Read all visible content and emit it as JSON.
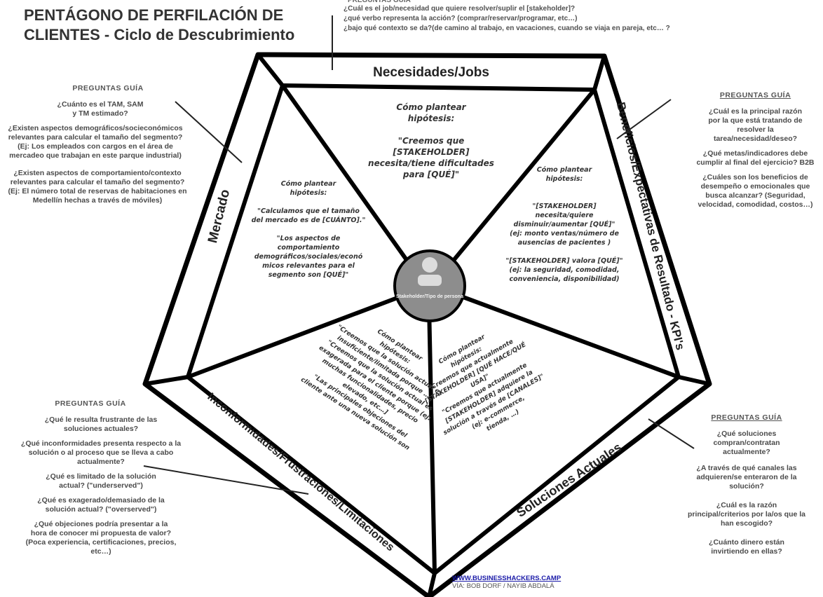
{
  "title": {
    "line1": "PENTÁGONO DE PERFILACIÓN DE",
    "line2": "CLIENTES - Ciclo de Descubrimiento"
  },
  "top_questions": {
    "header": "PREGUNTAS GUÍA",
    "items": [
      "¿Cuál es el job/necesidad que quiere resolver/suplir el [stakeholder]?",
      "¿qué verbo representa la acción? (comprar/reservar/programar, etc…)",
      "¿bajo qué contexto se da?(de camino al trabajo, en vacaciones, cuando se viaja en pareja, etc… ?"
    ]
  },
  "left_questions": {
    "header": "PREGUNTAS GUÍA",
    "items": [
      "¿Cuánto es el TAM, SAM y TM estimado?",
      "¿Existen aspectos demográficos/socieconómicos relevantes para calcular el tamaño del segmento? (Ej: Los empleados con cargos en el área de mercadeo que trabajan en este parque industrial)",
      "¿Existen aspectos de comportamiento/contexto relevantes para calcular el tamaño del segmento? (Ej: El número total de reservas de habitaciones en Medellín hechas a través de móviles)"
    ]
  },
  "right_questions": {
    "header": "PREGUNTAS GUÍA",
    "items": [
      "¿Cuál es la principal razón por la que está tratando de resolver la tarea/necesidad/deseo?",
      "¿Qué metas/indicadores debe cumplir al final del ejercicio? B2B",
      "¿Cuáles son los beneficios de desempeño o emocionales que busca alcanzar? (Seguridad, velocidad, comodidad, costos…)"
    ]
  },
  "bottom_left_questions": {
    "header": "PREGUNTAS GUÍA",
    "items": [
      "¿Qué le resulta frustrante de las soluciones actuales?",
      "¿Qué inconformidades presenta respecto a la solución o al proceso que se lleva a cabo actualmente?",
      "¿Qué es limitado de la solución actual? (\"underserved\")",
      "¿Qué es exagerado/demasiado de la solución actual? (\"overserved\")",
      "¿Qué objeciones podría presentar a la hora de conocer mi propuesta de valor? (Poca experiencia, certificaciones, precios, etc…)"
    ]
  },
  "bottom_right_questions": {
    "header": "PREGUNTAS GUÍA",
    "items": [
      "¿Qué soluciones compran/contratan actualmente?",
      "¿A través de qué canales las adquieren/se enteraron de la solución?",
      "¿Cuál es la razón principal/criterios por la/os que la han escogido?",
      "¿Cuánto dinero están invirtiendo en ellas?"
    ]
  },
  "bands": {
    "top": "Necesidades/Jobs",
    "right": "Beneficios/Expectativas de Resultado - KPI's",
    "bottom_right": "Soluciones Actuales",
    "bottom_left": "Inconformidades/Frustraciones/Limitaciones",
    "left": "Mercado"
  },
  "hypotheses": {
    "top": [
      "Cómo plantear",
      "hipótesis:",
      "",
      "\"Creemos que",
      "[STAKEHOLDER]",
      "necesita/tiene dificultades",
      "para [QUÉ]\""
    ],
    "left": [
      "Cómo plantear",
      "hipótesis:",
      "",
      "\"Calculamos que el tamaño",
      "del mercado es de [CUÁNTO].\"",
      "",
      "\"Los aspectos de",
      "comportamiento",
      "demográficos/sociales/econó",
      "micos relevantes para el",
      "segmento son [QUÉ]\""
    ],
    "right": [
      "Cómo plantear",
      "hipótesis:",
      "",
      "",
      "\"[STAKEHOLDER]",
      "necesita/quiere",
      "disminuir/aumentar [QUÉ]\"",
      "(ej: monto ventas/número de",
      "ausencias de pacientes )",
      "",
      "\"[STAKEHOLDER] valora [QUÉ]\"",
      "(ej: la seguridad, comodidad,",
      "conveniencia, disponibilidad)"
    ],
    "bottom_left": [
      "Cómo plantear",
      "hipótesis:",
      "\"Creemos que la solución actual es",
      "insuficiente/limitada porque …\"",
      "\"Creemos que la solución actual es",
      "exagerada para el cliente porque (ej:",
      "muchas funcionalidades, precio",
      "elevado, etc…]",
      "\"Las principales objeciones del",
      "cliente ante una nueva solución son"
    ],
    "bottom_right": [
      "Cómo plantear",
      "hipótesis:",
      "\"Creemos que actualmente",
      "[STAKEHOLDER] [QUÉ HACE/QUÉ",
      "USA]\"",
      "\"Creemos que actualmente",
      "[STAKEHOLDER] adquiere la",
      "solución a través de [CANALES]\"",
      "(ej: e-commerce,",
      "tienda, …)"
    ]
  },
  "center": {
    "label": "Stakeholder/Tipo de persona"
  },
  "footer": {
    "link": "WWW.BUSINESSHACKERS.CAMP",
    "credit": "VÍA: BOB DORF / NAYIB ABDALÁ"
  }
}
